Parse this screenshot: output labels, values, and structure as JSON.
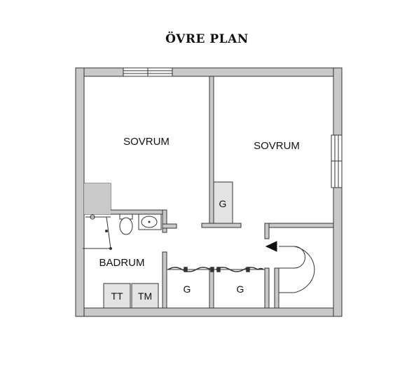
{
  "title": "ÖVRE PLAN",
  "rooms": {
    "sovrum_left": "SOVRUM",
    "sovrum_right": "SOVRUM",
    "badrum": "BADRUM"
  },
  "closets": {
    "g_bedroom": "G",
    "g_hall_left": "G",
    "g_hall_right": "G"
  },
  "appliances": {
    "tt": "TT",
    "tm": "TM"
  },
  "colors": {
    "wall": "#c9c9c9",
    "outline": "#333333",
    "fixture_fill": "#e3e3e3"
  }
}
